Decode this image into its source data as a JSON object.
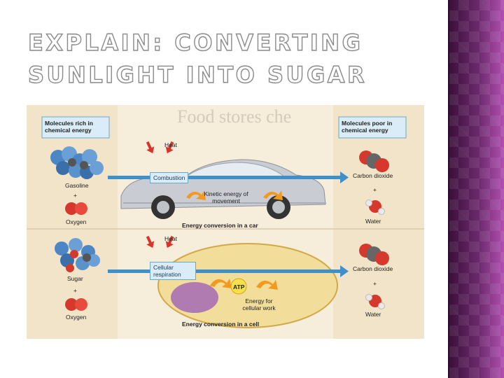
{
  "slide": {
    "title": "EXPLAIN: CONVERTING SUNLIGHT INTO SUGAR"
  },
  "figure": {
    "background_heading": "Food stores che",
    "left_header": "Molecules rich in chemical energy",
    "right_header": "Molecules poor in chemical energy",
    "car_section": {
      "heat_label": "Heat",
      "process_label": "Combustion",
      "fuel_label": "Gasoline",
      "plus_left": "+",
      "oxygen_label": "Oxygen",
      "kinetic_label": "Kinetic energy of movement",
      "co2_label": "Carbon dioxide",
      "plus_right": "+",
      "water_label": "Water",
      "caption": "Energy conversion in a car"
    },
    "cell_section": {
      "heat_label": "Heat",
      "process_label": "Cellular respiration",
      "fuel_label": "Sugar",
      "plus_left": "+",
      "oxygen_label": "Oxygen",
      "atp_label": "ATP",
      "work_label": "Energy for cellular work",
      "co2_label": "Carbon dioxide",
      "plus_right": "+",
      "water_label": "Water",
      "caption": "Energy conversion in a cell"
    },
    "colors": {
      "panel_bg": "#f6eddb",
      "header_box": "#d9ecf7",
      "arrow_blue": "#3f8fc8",
      "heat_red": "#d9342b",
      "energy_orange": "#f39a1e",
      "cell_fill": "#f3dd9a",
      "nucleus": "#b07bb0"
    }
  }
}
